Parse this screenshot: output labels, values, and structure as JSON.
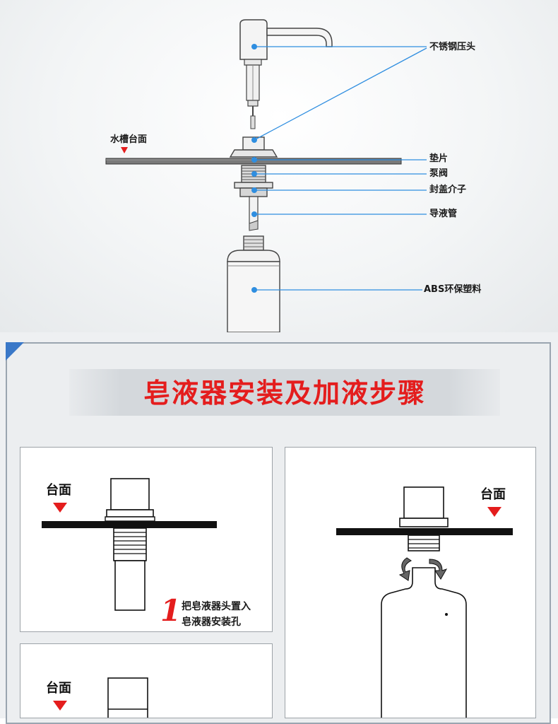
{
  "diagram": {
    "callouts": {
      "pump_head": "不锈钢压头",
      "countertop": "水槽台面",
      "gasket": "垫片",
      "pump_valve": "泵阀",
      "lock_nut": "封盖介子",
      "tube": "导液管",
      "bottle": "ABS环保塑料"
    },
    "accent_color": "#2f8ee0",
    "marker_color": "#e41d1d"
  },
  "steps_section": {
    "title": "皂液器安装及加液步骤",
    "steps": [
      {
        "number": "1",
        "counter_label": "台面",
        "line1": "把皂液器头置入",
        "line2": "皂液器安装孔"
      },
      {
        "number": "",
        "counter_label": "台面",
        "line1": "",
        "line2": ""
      },
      {
        "number": "",
        "counter_label": "台面",
        "line1": "",
        "line2": ""
      }
    ]
  }
}
